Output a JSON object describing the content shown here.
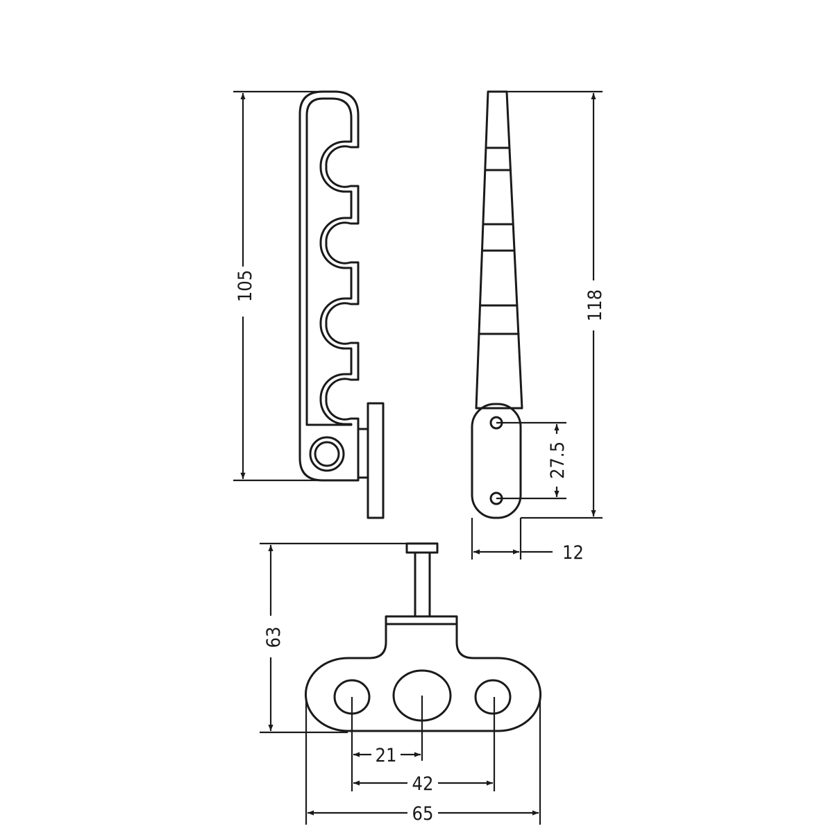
{
  "dimensions": {
    "side_length": "105",
    "front_length": "118",
    "hole_spacing": "27.5",
    "front_width": "12",
    "plate_height": "63",
    "center_offset": "21",
    "outer_holes": "42",
    "plate_width": "65"
  }
}
